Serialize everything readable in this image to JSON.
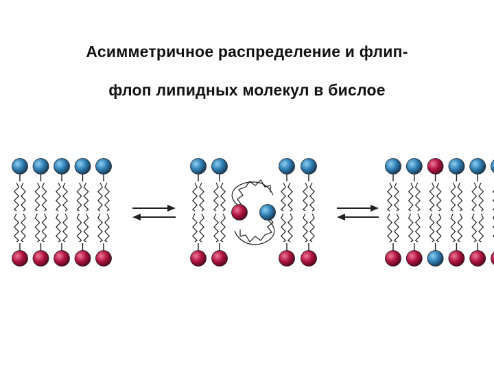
{
  "title": {
    "line1": "Асимметричное распределение и флип-",
    "line2": "флоп липидных молекул в бислое"
  },
  "colors": {
    "blue_head": "#2f7fb5",
    "red_head": "#b0143f",
    "tail_stroke": "#1a1a1a",
    "arrow": "#222222"
  },
  "panels": {
    "left": {
      "top_heads": [
        "blue",
        "blue",
        "blue",
        "blue",
        "blue"
      ],
      "bottom_heads": [
        "red",
        "red",
        "red",
        "red",
        "red"
      ]
    },
    "middle": {
      "top_heads": [
        "blue",
        "blue",
        "blue",
        "blue"
      ],
      "bottom_heads": [
        "red",
        "red",
        "red",
        "red"
      ],
      "flipping_heads": [
        "red",
        "blue"
      ]
    },
    "right": {
      "top_heads": [
        "blue",
        "blue",
        "red",
        "blue",
        "blue",
        "blue"
      ],
      "bottom_heads": [
        "red",
        "red",
        "blue",
        "red",
        "red",
        "red"
      ]
    }
  },
  "arrows": [
    "equilibrium-arrows-left",
    "equilibrium-arrows-right"
  ]
}
